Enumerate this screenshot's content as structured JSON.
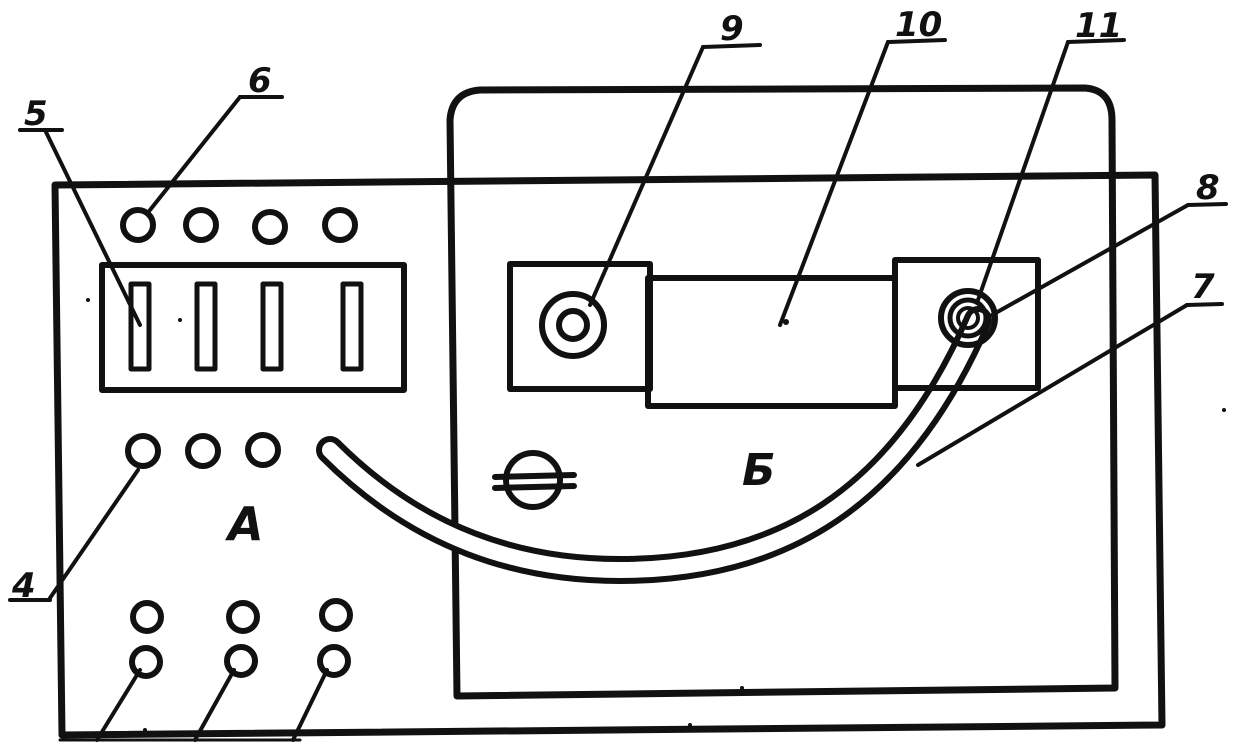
{
  "diagram": {
    "panel_a_letter": "А",
    "panel_b_letter": "Б",
    "callouts": {
      "c4": "4",
      "c5": "5",
      "c6": "6",
      "c7": "7",
      "c8": "8",
      "c9": "9",
      "c10": "10",
      "c11": "11"
    }
  },
  "colors": {
    "ink": "#111111",
    "paper": "#ffffff"
  }
}
